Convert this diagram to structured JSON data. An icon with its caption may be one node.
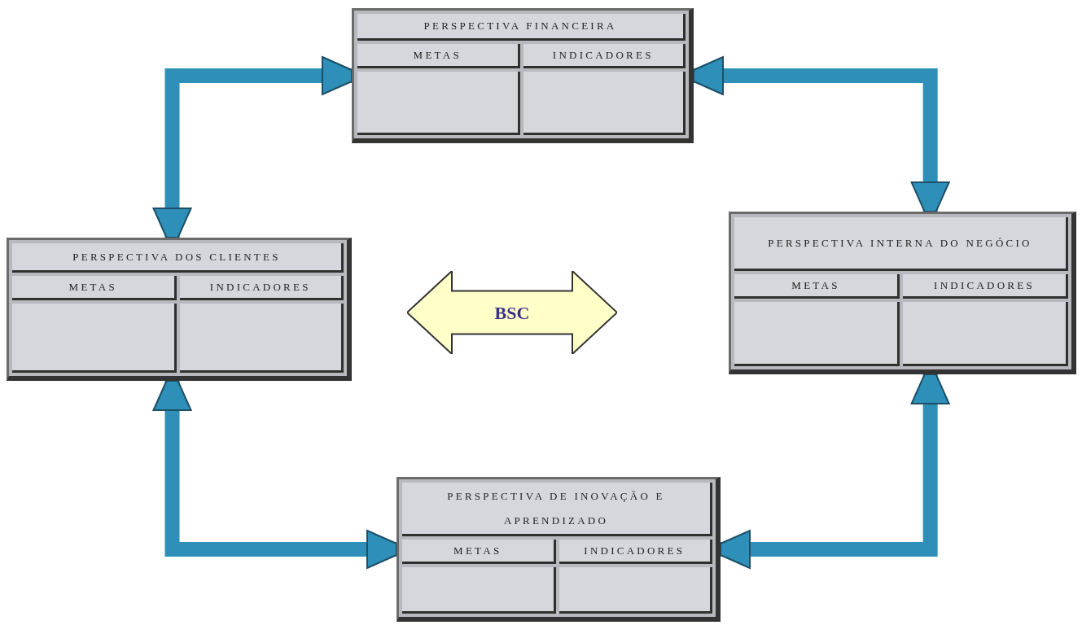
{
  "diagram": {
    "nodes": [
      {
        "text": [
          "PERSPECTIVA FINANCEIRA"
        ]
      },
      {
        "text": [
          "METAS"
        ],
        "in": 0
      },
      {
        "text": [
          "INDICADORES"
        ],
        "in": 0
      },
      {
        "text": [],
        "shape": "box",
        "in": 0
      },
      {
        "text": [],
        "shape": "box",
        "in": 0
      },
      {
        "text": [
          "PERSPECTIVA DOS CLIENTES"
        ]
      },
      {
        "text": [
          "METAS"
        ],
        "in": 5
      },
      {
        "text": [
          "INDICADORES"
        ],
        "in": 5
      },
      {
        "text": [],
        "shape": "box",
        "in": 5
      },
      {
        "text": [],
        "shape": "box",
        "in": 5
      },
      {
        "text": [
          "BSC"
        ]
      },
      {
        "text": [
          "PERSPECTIVA INTERNA DO NEGÓCIO"
        ]
      },
      {
        "text": [
          "METAS"
        ],
        "in": 11
      },
      {
        "text": [
          "INDICADORES"
        ],
        "in": 11
      },
      {
        "text": [],
        "shape": "box",
        "in": 11
      },
      {
        "text": [],
        "shape": "box",
        "in": 11
      },
      {
        "text": [
          "PERSPECTIVA DE INOVAÇÃO E APRENDIZADO"
        ]
      },
      {
        "text": [
          "METAS"
        ],
        "in": 16
      },
      {
        "text": [
          "INDICADORES"
        ],
        "in": 16
      },
      {
        "text": [],
        "shape": "box",
        "in": 16
      },
      {
        "text": [],
        "shape": "box",
        "in": 16
      }
    ],
    "edges": [
      {
        "from": 0,
        "to": 5,
        "arrow": "both"
      },
      {
        "from": 0,
        "to": 11,
        "arrow": "both"
      },
      {
        "from": 5,
        "to": 16,
        "arrow": "both"
      },
      {
        "from": 11,
        "to": 16,
        "arrow": "both"
      }
    ]
  }
}
